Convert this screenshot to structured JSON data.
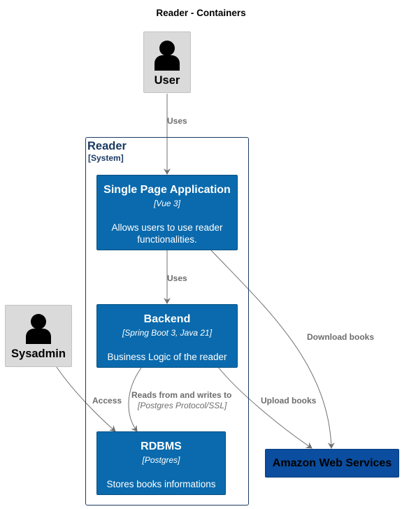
{
  "title": "Reader - Containers",
  "persons": {
    "user": {
      "label": "User"
    },
    "sysadmin": {
      "label": "Sysadmin"
    }
  },
  "system_boundary": {
    "name": "Reader",
    "type": "[System]"
  },
  "containers": {
    "spa": {
      "name": "Single Page Application",
      "technology": "[Vue 3]",
      "description_line1": "Allows users to use reader",
      "description_line2": "functionalities."
    },
    "backend": {
      "name": "Backend",
      "technology": "[Spring Boot 3, Java 21]",
      "description": "Business Logic of the reader"
    },
    "rdbms": {
      "name": "RDBMS",
      "technology": "[Postgres]",
      "description": "Stores books informations"
    }
  },
  "external_systems": {
    "aws": {
      "label": "Amazon Web Services"
    }
  },
  "relationships": {
    "user_spa": {
      "label": "Uses"
    },
    "spa_backend": {
      "label": "Uses"
    },
    "spa_aws": {
      "label": "Download books"
    },
    "backend_aws": {
      "label": "Upload books"
    },
    "backend_rdbms": {
      "label": "Reads from and writes to",
      "technology": "[Postgres Protocol/SSL]"
    },
    "sysadmin_rdbms": {
      "label": "Access"
    }
  },
  "colors": {
    "person_fill": "#dadada",
    "container_fill": "#0a6aad",
    "external_fill": "#0b4d9e",
    "boundary_stroke": "#1b3a63",
    "arrow": "#707070"
  }
}
